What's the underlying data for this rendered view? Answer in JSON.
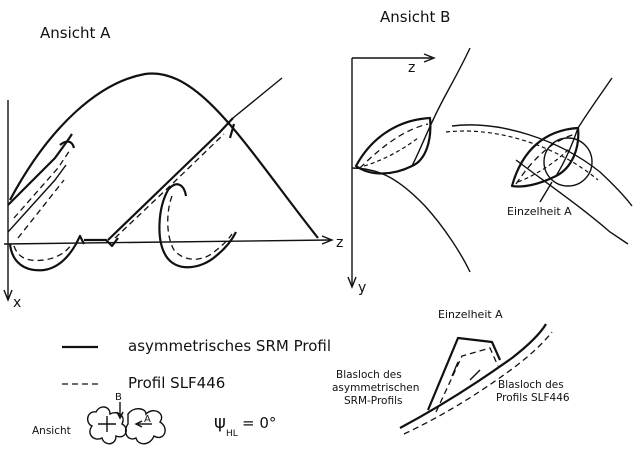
{
  "view_a": {
    "title": "Ansicht A",
    "axis_z": "z",
    "axis_x": "x"
  },
  "view_b": {
    "title": "Ansicht B",
    "axis_z": "z",
    "axis_y": "y",
    "detail_callout": "Einzelheit A"
  },
  "detail": {
    "title": "Einzelheit A",
    "label_srm": [
      "Blasloch des",
      "asymmetrischen",
      "SRM-Profils"
    ],
    "label_slf": [
      "Blasloch des",
      "Profils SLF446"
    ]
  },
  "legend": [
    {
      "style": "solid",
      "label": "asymmetrisches SRM Profil"
    },
    {
      "style": "dashed",
      "label": "Profil SLF446"
    }
  ],
  "inset": {
    "label": "Ansicht",
    "mark_b": "B",
    "mark_a": "A"
  },
  "angle": {
    "symbol": "ψ",
    "subscript": "HL",
    "value": "= 0°"
  }
}
